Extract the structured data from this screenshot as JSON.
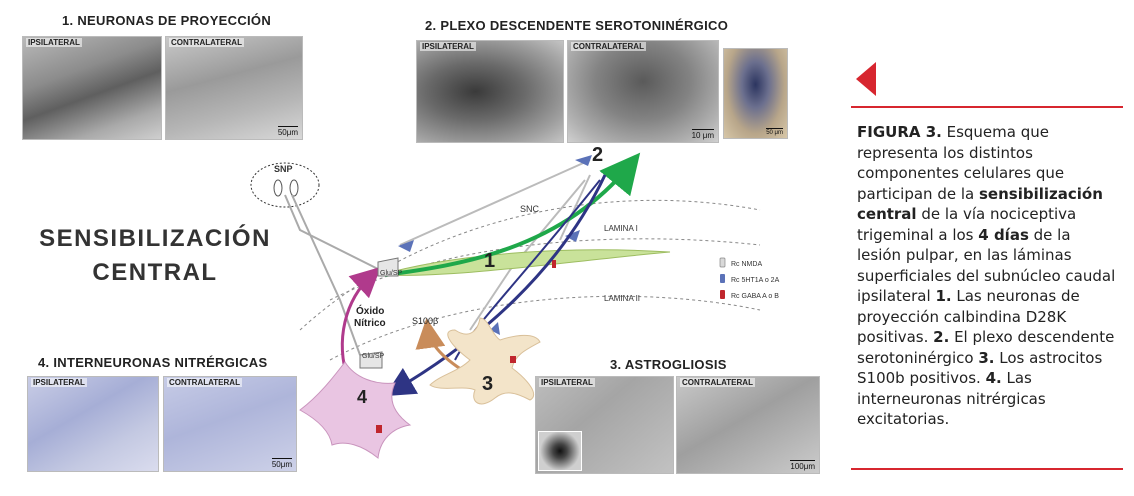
{
  "panels": {
    "p1": {
      "title": "1. NEURONAS DE PROYECCIÓN",
      "left_tag": "IPSILATERAL",
      "right_tag": "CONTRALATERAL",
      "scale": "50μm"
    },
    "p2": {
      "title": "2. PLEXO DESCENDENTE SEROTONINÉRGICO",
      "left_tag": "IPSILATERAL",
      "right_tag": "CONTRALATERAL",
      "scale": "10 μm",
      "scale_inset": "50 μm"
    },
    "p3": {
      "title": "3. ASTROGLIOSIS",
      "left_tag": "IPSILATERAL",
      "right_tag": "CONTRALATERAL",
      "scale": "100μm"
    },
    "p4": {
      "title": "4. INTERNEURONAS NITRÉRGICAS",
      "left_tag": "IPSILATERAL",
      "right_tag": "CONTRALATERAL",
      "scale": "50μm"
    }
  },
  "main_title": {
    "line1": "SENSIBILIZACIÓN",
    "line2": "CENTRAL"
  },
  "diagram": {
    "snp": "SNP",
    "snc": "SNC",
    "lamina1": "LAMINA I",
    "lamina2": "LAMINA II",
    "glu_sp_top": "Glu/SP",
    "glu_sp_bottom": "Glu/SP",
    "oxido1": "Óxido",
    "oxido2": "Nítrico",
    "s100": "S100β",
    "n1": "1",
    "n2": "2",
    "n3": "3",
    "n4": "4",
    "legend": [
      {
        "label": "Rc NMDA",
        "color": "#d9d9d9"
      },
      {
        "label": "Rc 5HT1A o 2A",
        "color": "#5b72b8"
      },
      {
        "label": "Rc GABA A o B",
        "color": "#c0262d"
      }
    ]
  },
  "caption": {
    "fig": "FIGURA 3.",
    "t1": " Esquema que representa los distintos componentes celulares que participan de la ",
    "b1": "sensibilización central",
    "t2": " de la vía nociceptiva trigeminal a los ",
    "b2": "4 días",
    "t3": " de la lesión pulpar, en las láminas superficiales del subnúcleo caudal ipsilateral ",
    "b3": "1.",
    "t4": " Las neuronas de proyección calbindina D28K positivas. ",
    "b4": "2.",
    "t5": " El plexo descendente serotoninérgico ",
    "b5": "3.",
    "t6": " Los astrocitos S100b positivos. ",
    "b6": "4.",
    "t7": " Las interneuronas nitrérgicas excitatorias."
  },
  "colors": {
    "accent": "#d7262f",
    "green": "#1fa84a",
    "navy": "#2e3484",
    "magenta": "#b03a8c",
    "orange": "#c98c5a"
  }
}
